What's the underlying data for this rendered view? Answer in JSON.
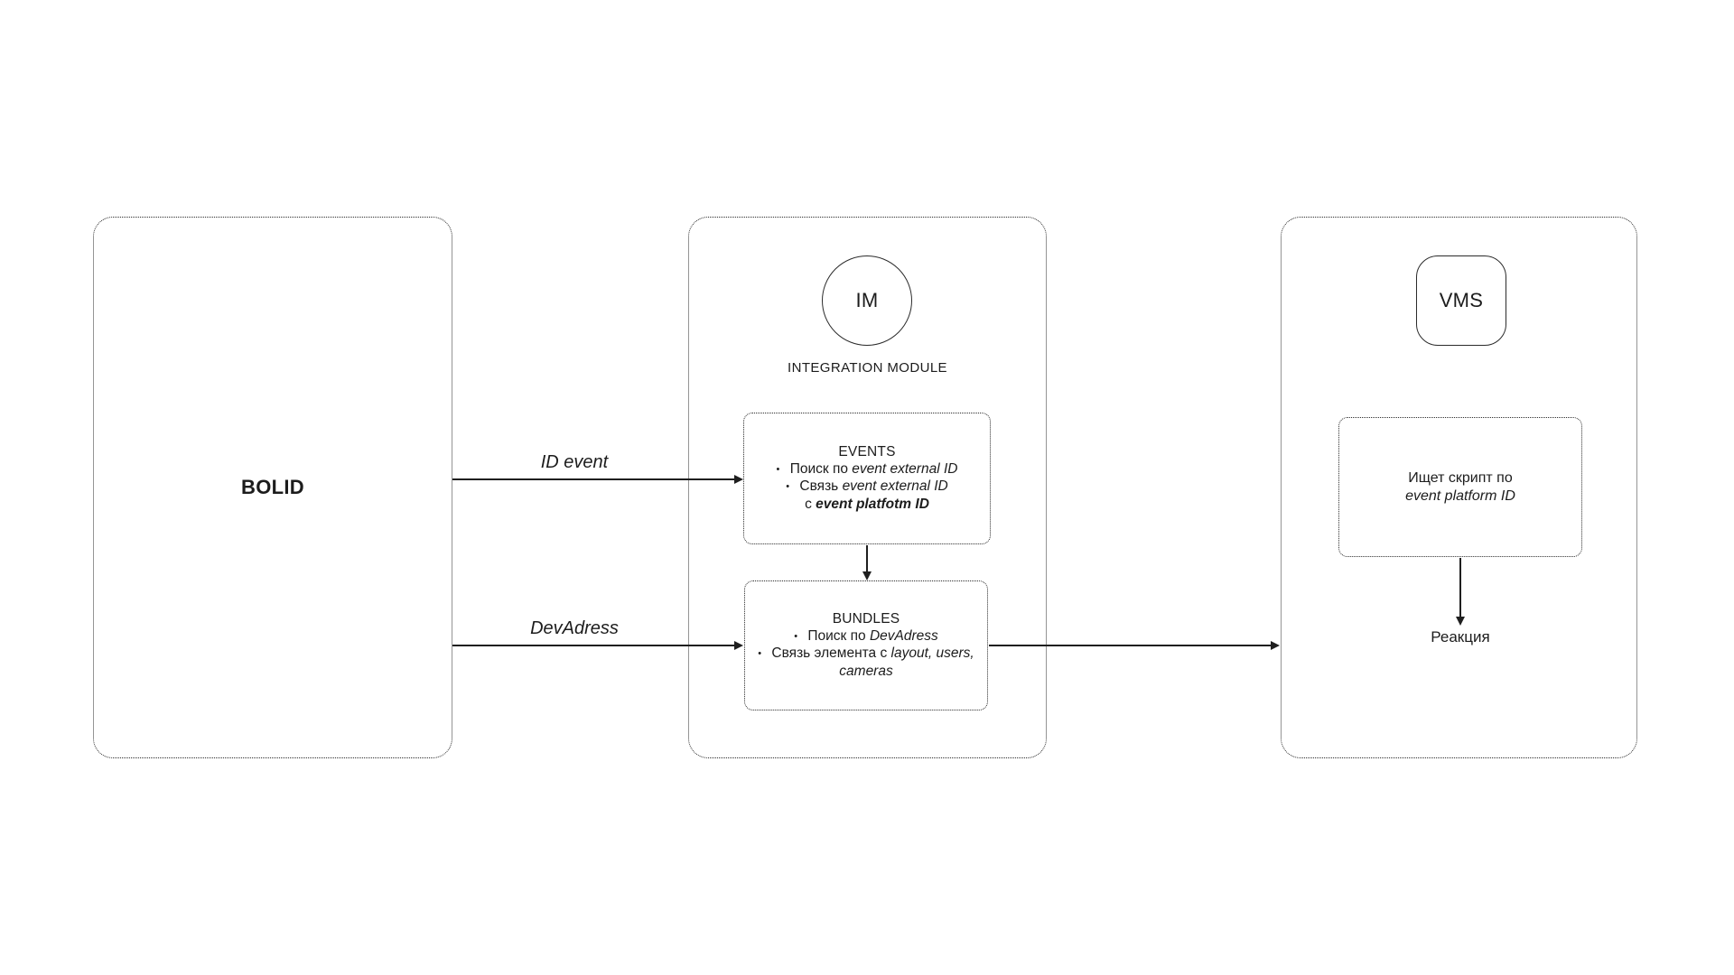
{
  "diagram": {
    "bullet_char": "•",
    "colors": {
      "ink": "#1c1c1c",
      "background": "#ffffff"
    },
    "bolid": {
      "title": "BOLID"
    },
    "im": {
      "badge": "IM",
      "caption": "INTEGRATION MODULE",
      "events": {
        "title": "EVENTS",
        "b1": {
          "r": "Поиск по ",
          "i": "event external ID"
        },
        "b2": {
          "r": "Связь ",
          "i": "event external ID"
        },
        "b2l2": {
          "r": "с ",
          "bi": "event platfotm ID"
        }
      },
      "bundles": {
        "title": "BUNDLES",
        "b1": {
          "r": "Поиск по ",
          "i": "DevAdress"
        },
        "b2": {
          "r": "Связь элемента с ",
          "i": "layout, users, cameras"
        }
      }
    },
    "vms": {
      "badge": "VMS",
      "script": {
        "line1": "Ищет скрипт  по",
        "line2": "event platform ID"
      },
      "reaction": "Реакция"
    },
    "arrows": {
      "id_event": "ID event",
      "devadress": "DevAdress"
    }
  }
}
